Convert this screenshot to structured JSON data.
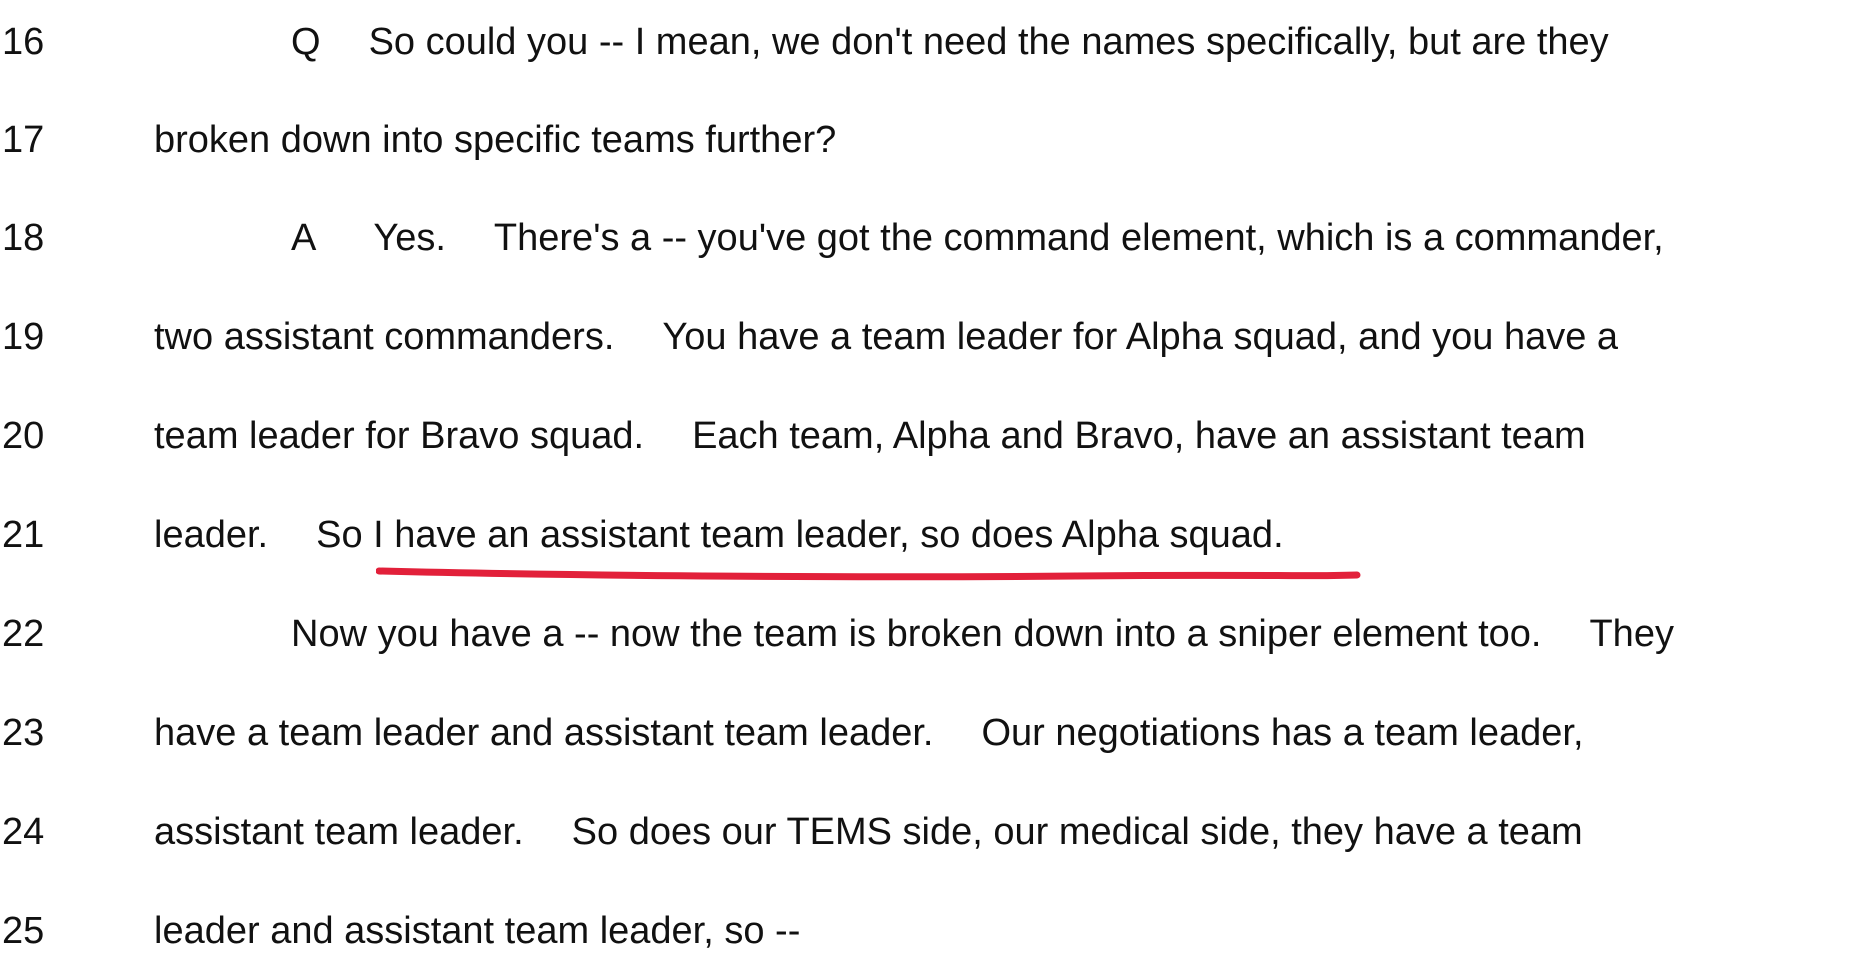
{
  "transcript": {
    "lines": [
      {
        "number": "16",
        "speaker": "Q",
        "parts": [
          "So could you -- I mean, we don't need the names specifically, but are they"
        ]
      },
      {
        "number": "17",
        "parts": [
          "broken down into specific teams further?"
        ]
      },
      {
        "number": "18",
        "speaker": "A",
        "parts": [
          "Yes.",
          "There's a -- you've got the command element, which is a commander,"
        ]
      },
      {
        "number": "19",
        "parts": [
          "two assistant commanders.",
          "You have a team leader for Alpha squad, and you have a"
        ]
      },
      {
        "number": "20",
        "parts": [
          "team leader for Bravo squad.",
          "Each team, Alpha and Bravo, have an assistant team"
        ]
      },
      {
        "number": "21",
        "parts": [
          "leader.",
          "So I have an assistant team leader, so does Alpha squad."
        ]
      },
      {
        "number": "22",
        "parts": [
          "Now you have a -- now the team is broken down into a sniper element too.",
          "They"
        ]
      },
      {
        "number": "23",
        "parts": [
          "have a team leader and assistant team leader.",
          "Our negotiations has a team leader,"
        ]
      },
      {
        "number": "24",
        "parts": [
          "assistant team leader.",
          "So does our TEMS side, our medical side, they have a team"
        ]
      },
      {
        "number": "25",
        "parts": [
          "leader and assistant team leader, so --"
        ]
      }
    ]
  },
  "annotation": {
    "underline_color": "#e2203a"
  }
}
